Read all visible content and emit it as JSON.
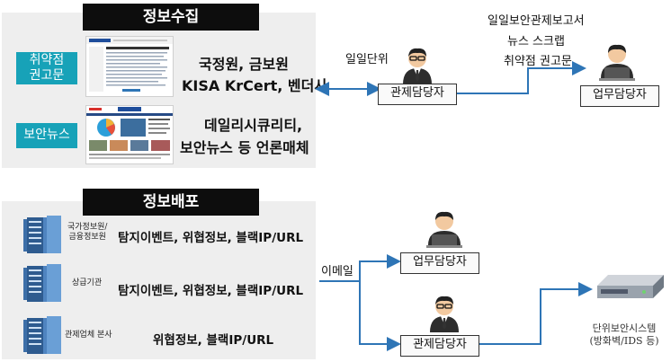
{
  "collection": {
    "title": "정보수집",
    "advisory_label": "취약점\n권고문",
    "news_label": "보안뉴스",
    "advisory_sources": [
      "국정원, 금보원",
      "KISA KrCert, 벤더사"
    ],
    "news_sources": [
      "데일리시큐리티,",
      "보안뉴스 등 언론매체"
    ]
  },
  "flow_top": {
    "daily_unit": "일일단위",
    "report_lines": [
      "일일보안관제보고서",
      "뉴스 스크랩",
      "취약점 권고문"
    ],
    "control_officer": "관제담당자",
    "business_officer": "업무담당자"
  },
  "distribution": {
    "title": "정보배포",
    "sources": [
      {
        "name": "국가정보원/\n금융정보원",
        "info": "탐지이벤트, 위협정보, 블랙IP/URL"
      },
      {
        "name": "상급기관",
        "info": "탐지이벤트, 위협정보, 블랙IP/URL"
      },
      {
        "name": "관제업체 본사",
        "info": "위협정보, 블랙IP/URL"
      }
    ]
  },
  "flow_bottom": {
    "email": "이메일",
    "business_officer": "업무담당자",
    "control_officer": "관제담당자",
    "system_caption": "단위보안시스템\n(방화벽/IDS 등)"
  },
  "colors": {
    "accent": "#17a2b8",
    "arrow": "#2e75b6",
    "panel": "#eeeeee"
  }
}
